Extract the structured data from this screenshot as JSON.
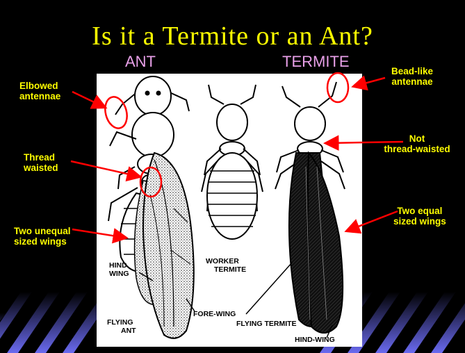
{
  "title": "Is it a Termite or an Ant?",
  "headings": {
    "ant": "ANT",
    "termite": "TERMITE"
  },
  "callouts": {
    "elbowed_line1": "Elbowed",
    "elbowed_line2": "antennae",
    "thread_line1": "Thread",
    "thread_line2": "waisted",
    "unequal_line1": "Two unequal",
    "unequal_line2": "sized wings",
    "bead_line1": "Bead-like",
    "bead_line2": "antennae",
    "not_thread_line1": "Not",
    "not_thread_line2": "thread-waisted",
    "equal_line1": "Two equal",
    "equal_line2": "sized wings"
  },
  "figure_labels": {
    "hind_line1": "HIND",
    "hind_line2": "WING",
    "worker_line1": "WORKER",
    "worker_line2": "TERMITE",
    "fore_wing": "FORE-WING",
    "flying_ant_line1": "FLYING",
    "flying_ant_line2": "ANT",
    "flying_termite": "FLYING TERMITE",
    "hind_wing": "HIND-WING"
  },
  "colors": {
    "background": "#000000",
    "title": "#ffff00",
    "headings": "#e8a0e8",
    "callouts": "#ffff00",
    "arrows": "#ff0000",
    "stripes": "#5050d8"
  }
}
